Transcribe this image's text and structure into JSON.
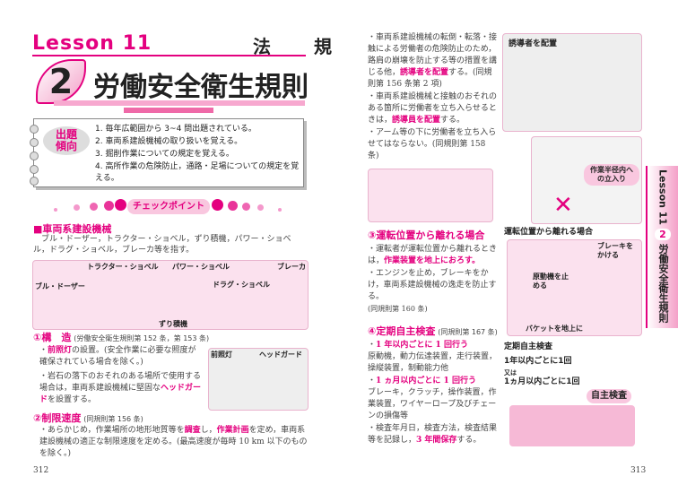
{
  "header": {
    "lesson": "Lesson 11",
    "category": "法　規",
    "number": "2",
    "title": "労働安全衛生規則"
  },
  "trends": {
    "badge_line1": "出題",
    "badge_line2": "傾向",
    "items": [
      "1. 毎年広範囲から 3~4 問出題されている。",
      "2. 車両系建設機械の取り扱いを覚える。",
      "3. 掘削作業についての規定を覚える。",
      "4. 高所作業の危険防止，通路・足場についての規定を覚える。"
    ]
  },
  "checkpoint": "チェックポイント",
  "left": {
    "section_title": "■車両系建設機械",
    "section_text": "ブル・ドーザー，トラクター・ショベル，ずり積機，パワー・ショベル，ドラグ・ショベル，ブレーカ等を指す。",
    "machines": [
      "ブル・ドーザー",
      "トラクター・ショベル",
      "ずり積機",
      "パワー・ショベル",
      "ドラグ・ショベル",
      "ブレーカ"
    ],
    "s1_title": "①構　造",
    "s1_ref": "(労働安全衛生規則第 152 条，第 153 条)",
    "s1_b1_hl": "前照灯",
    "s1_b1": "の設置。(安全作業に必要な照度が確保されている場合を除く。)",
    "s1_b2": "岩石の落下のおそれのある場所で使用する場合は，車両系建設機械に堅固な",
    "s1_b2_hl": "ヘッドガード",
    "s1_b2_end": "を設置する。",
    "dozer_labels": [
      "前照灯",
      "ヘッドガード"
    ],
    "s2_title": "②制限速度",
    "s2_ref": "(同規則第 156 条)",
    "s2_a": "あらかじめ，作業場所の地形地質等を",
    "s2_hl1": "調査",
    "s2_b": "し，",
    "s2_hl2": "作業計画",
    "s2_c": "を定め，車両系建設機械の適正な制限速度を定める。(最高速度が毎時 10 km 以下のものを除く。)",
    "page": "312"
  },
  "right": {
    "b1": "車両系建設機械の転倒・転落・接触による労働者の危険防止のため，路肩の崩壊を防止する等の措置を講じる他，",
    "b1_hl": "誘導者を配置",
    "b1_end": "する。(同規則第 156 条第 2 項)",
    "b2": "車両系建設機械と接触のおそれのある箇所に労働者を立ち入らせるときは，",
    "b2_hl": "誘導員を配置",
    "b2_end": "する。",
    "b3": "アーム等の下に労働者を立ち入らせてはならない。(同規則第 158 条)",
    "img1_label": "誘導者を配置",
    "crane_label": "作業半径内への立入り",
    "s3_title": "③運転位置から離れる場合",
    "s3_b1": "運転者が運転位置から離れるときは，",
    "s3_b1_hl": "作業装置を地上におろす。",
    "s3_b2": "エンジンを止め，ブレーキをかけ，車両系建設機械の逸走を防止する。",
    "s3_ref": "(同規則第 160 条)",
    "exc_title": "運転位置から離れる場合",
    "exc_labels": [
      "ブレーキをかける",
      "原動機を止める",
      "バケットを地上に"
    ],
    "s4_title": "④定期自主検査",
    "s4_ref": "(同規則第 167 条)",
    "s4_y_hl": "1 年以内ごとに 1 回行う",
    "s4_y": "原動機，動力伝達装置，走行装置，操縦装置，制動能力他",
    "s4_m_hl": "1 ヵ月以内ごとに 1 回行う",
    "s4_m": "ブレーキ，クラッチ，操作装置，作業装置，ワイヤーロープ及びチェーンの損傷等",
    "s4_r": "検査年月日，検査方法，検査結果等を記録し，",
    "s4_r_hl": "3 年間保存",
    "s4_r_end": "する。",
    "insp_title": "定期自主検査",
    "insp_l1": "1年以内ごとに1回",
    "insp_or": "又は",
    "insp_l2": "1ヵ月以内ごとに1回",
    "insp_badge": "自主検査",
    "tab_lesson": "Lesson 11",
    "tab_num": "2",
    "tab_title": "労働安全衛生規則",
    "page": "313"
  }
}
